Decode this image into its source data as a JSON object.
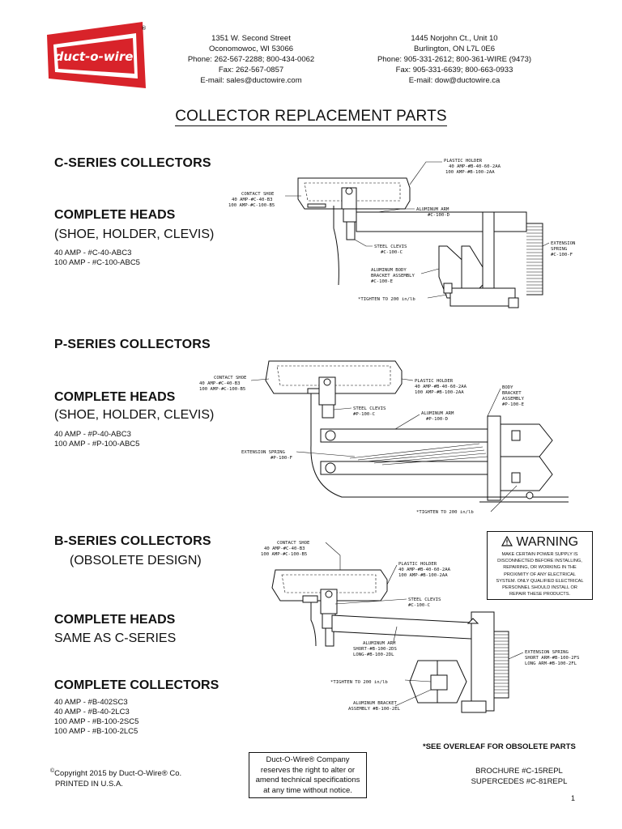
{
  "logo": {
    "text": "duct-o-wire",
    "registered": "®",
    "color": "#d8232a"
  },
  "offices": [
    {
      "lines": [
        "1351 W. Second Street",
        "Oconomowoc, WI  53066",
        "Phone: 262-567-2288; 800-434-0062",
        "Fax: 262-567-0857",
        "E-mail: sales@ductowire.com"
      ]
    },
    {
      "lines": [
        "1445 Norjohn Ct., Unit 10",
        "Burlington, ON  L7L 0E6",
        "Phone: 905-331-2612; 800-361-WIRE (9473)",
        "Fax: 905-331-6639; 800-663-0933",
        "E-mail: dow@ductowire.ca"
      ]
    }
  ],
  "title": "COLLECTOR REPLACEMENT PARTS",
  "sections": {
    "c_series": {
      "heading": "C-SERIES COLLECTORS",
      "complete_heads": "COMPLETE HEADS",
      "subheading": "(SHOE, HOLDER, CLEVIS)",
      "parts": [
        "40 AMP - #C-40-ABC3",
        "100 AMP - #C-100-ABC5"
      ],
      "callouts": {
        "plastic_holder": [
          "PLASTIC HOLDER",
          "40 AMP-#B-40-60-2AA",
          "100 AMP-#B-100-2AA"
        ],
        "contact_shoe": [
          "CONTACT SHOE",
          "40 AMP-#C-40-B3",
          "100 AMP-#C-100-B5"
        ],
        "aluminum_arm": [
          "ALUMINUM ARM",
          "#C-100-D"
        ],
        "steel_clevis": [
          "STEEL CLEVIS",
          "#C-100-C"
        ],
        "extension_spring": [
          "EXTENSION",
          "SPRING",
          "#C-100-F"
        ],
        "bracket": [
          "ALUMINUM BODY",
          "BRACKET ASSEMBLY",
          "#C-100-E"
        ],
        "tighten": "*TIGHTEN TO 200 in/lb"
      }
    },
    "p_series": {
      "heading": "P-SERIES COLLECTORS",
      "complete_heads": "COMPLETE HEADS",
      "subheading": "(SHOE, HOLDER, CLEVIS)",
      "parts": [
        "40 AMP - #P-40-ABC3",
        "100 AMP - #P-100-ABC5"
      ],
      "callouts": {
        "contact_shoe": [
          "CONTACT SHOE",
          "40 AMP-#C-40-B3",
          "100 AMP-#C-100-B5"
        ],
        "plastic_holder": [
          "PLASTIC HOLDER",
          "40 AMP-#B-40-60-2AA",
          "100 AMP-#B-100-2AA"
        ],
        "body_bracket": [
          "BODY",
          "BRACKET",
          "ASSEMBLY",
          "#P-100-E"
        ],
        "steel_clevis": [
          "STEEL CLEVIS",
          "#P-100-C"
        ],
        "aluminum_arm": [
          "ALUMINUM ARM",
          "#P-100-D"
        ],
        "extension_spring": [
          "EXTENSION SPRING",
          "#P-100-F"
        ],
        "tighten": "*TIGHTEN TO 200 in/lb"
      }
    },
    "b_series": {
      "heading": "B-SERIES COLLECTORS",
      "subheading": "(OBSOLETE DESIGN)",
      "complete_heads": "COMPLETE HEADS",
      "same_as": "SAME AS C-SERIES",
      "complete_collectors": "COMPLETE COLLECTORS",
      "parts": [
        "40 AMP - #B-402SC3",
        "40 AMP - #B-40-2LC3",
        "100 AMP - #B-100-2SC5",
        "100 AMP - #B-100-2LC5"
      ],
      "callouts": {
        "contact_shoe": [
          "CONTACT SHOE",
          "40 AMP-#C-40-B3",
          "100 AMP-#C-100-B5"
        ],
        "plastic_holder": [
          "PLASTIC HOLDER",
          "40 AMP-#B-40-60-2AA",
          "100 AMP-#B-100-2AA"
        ],
        "steel_clevis": [
          "STEEL CLEVIS",
          "#C-100-C"
        ],
        "aluminum_arm": [
          "ALUMINUM ARM",
          "SHORT-#B-100-2DS",
          "LONG-#B-100-2DL"
        ],
        "extension_spring": [
          "EXTENSION SPRING",
          "SHORT ARM-#B-100-2FS",
          "LONG ARM-#B-100-2FL"
        ],
        "tighten": "*TIGHTEN TO 200 in/lb",
        "bracket": [
          "ALUMINUM BRACKET",
          "ASSEMBLY #B-100-2EL"
        ]
      }
    }
  },
  "warning": {
    "title": "WARNING",
    "text": [
      "MAKE CERTAIN POWER SUPPLY IS",
      "DISCONNECTED BEFORE INSTALLING,",
      "REPAIRING, OR WORKING IN THE",
      "PROXIMITY OF ANY ELECTRICAL",
      "SYSTEM. ONLY QUALIFIED ELECTRICAL",
      "PERSONNEL SHOULD INSTALL OR",
      "REPAIR THESE PRODUCTS."
    ]
  },
  "overleaf_note": "*SEE OVERLEAF FOR OBSOLETE PARTS",
  "footer": {
    "copyright": [
      "Copyright 2015 by Duct-O-Wire® Co.",
      "PRINTED IN U.S.A."
    ],
    "notice": [
      "Duct-O-Wire® Company",
      "reserves the right to alter or",
      "amend technical specifications",
      "at any time without notice."
    ],
    "brochure": [
      "BROCHURE #C-15REPL",
      "SUPERCEDES #C-81REPL"
    ],
    "page_number": "1"
  }
}
